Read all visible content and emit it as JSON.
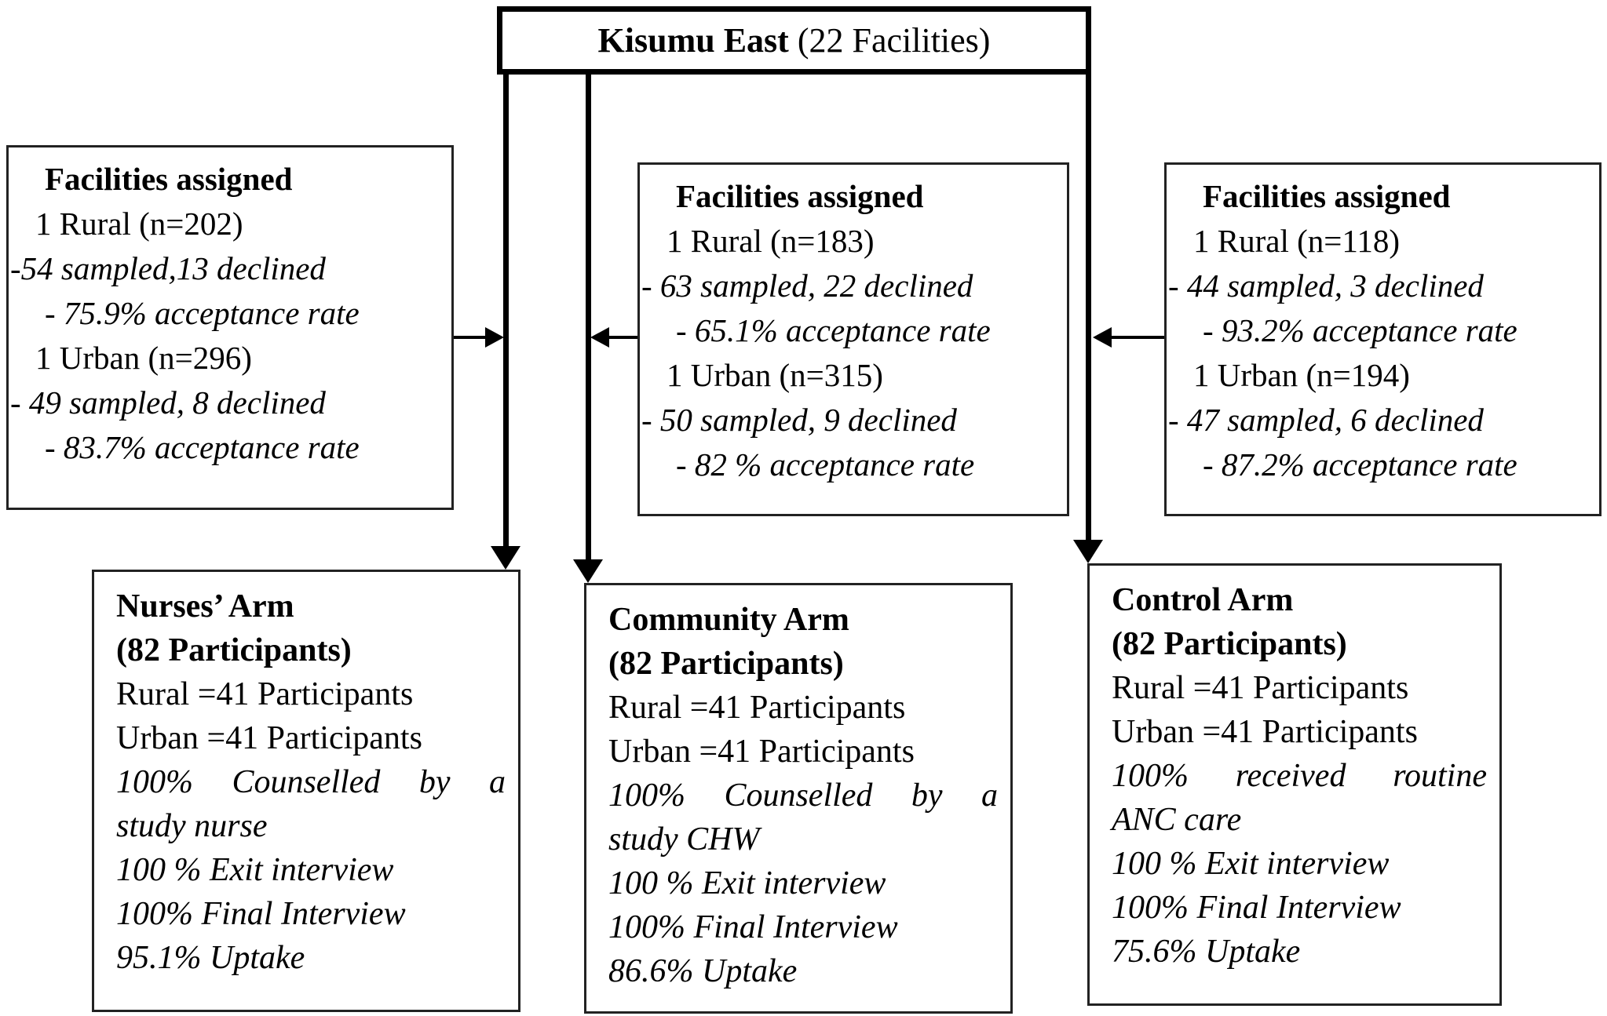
{
  "colors": {
    "line": "#000000",
    "border": "#222222",
    "background": "#ffffff",
    "text": "#000000"
  },
  "header": {
    "title_bold": "Kisumu East",
    "title_rest": " (22 Facilities)"
  },
  "facility_boxes": [
    {
      "id": "nurses-facilities",
      "lines": [
        {
          "text": "Facilities assigned"
        },
        {
          "text": "1 Rural (n=202)"
        },
        {
          "text": "-54 sampled,13 declined"
        },
        {
          "text": "- 75.9% acceptance rate"
        },
        {
          "text": "1 Urban (n=296)"
        },
        {
          "text": "- 49 sampled, 8 declined"
        },
        {
          "text": "- 83.7% acceptance rate"
        }
      ]
    },
    {
      "id": "community-facilities",
      "lines": [
        {
          "text": "Facilities assigned"
        },
        {
          "text": "1 Rural (n=183)"
        },
        {
          "text": "- 63 sampled, 22 declined"
        },
        {
          "text": "- 65.1% acceptance rate"
        },
        {
          "text": "1 Urban (n=315)"
        },
        {
          "text": "- 50 sampled, 9 declined"
        },
        {
          "text": "- 82 % acceptance rate"
        }
      ]
    },
    {
      "id": "control-facilities",
      "lines": [
        {
          "text": "Facilities assigned"
        },
        {
          "text": "1 Rural (n=118)"
        },
        {
          "text": "- 44 sampled, 3 declined"
        },
        {
          "text": "- 93.2% acceptance rate"
        },
        {
          "text": "1 Urban (n=194)"
        },
        {
          "text": "- 47 sampled, 6 declined"
        },
        {
          "text": "- 87.2% acceptance rate"
        }
      ]
    }
  ],
  "arm_boxes": [
    {
      "id": "nurses-arm",
      "lines": [
        {
          "text": "Nurses’ Arm"
        },
        {
          "text": "(82 Participants)"
        },
        {
          "text": "Rural =41 Participants"
        },
        {
          "text": "Urban =41 Participants"
        },
        {
          "text": "100% Counselled by a"
        },
        {
          "text": "study nurse"
        },
        {
          "text": "100 % Exit interview"
        },
        {
          "text": "100% Final Interview"
        },
        {
          "text": "95.1% Uptake"
        }
      ]
    },
    {
      "id": "community-arm",
      "lines": [
        {
          "text": "Community Arm"
        },
        {
          "text": "(82 Participants)"
        },
        {
          "text": "Rural =41 Participants"
        },
        {
          "text": "Urban =41 Participants"
        },
        {
          "text": "100% Counselled by a"
        },
        {
          "text": "study CHW"
        },
        {
          "text": "100 % Exit interview"
        },
        {
          "text": "100% Final Interview"
        },
        {
          "text": "86.6% Uptake"
        }
      ]
    },
    {
      "id": "control-arm",
      "lines": [
        {
          "text": "Control Arm"
        },
        {
          "text": "(82 Participants)"
        },
        {
          "text": "Rural =41 Participants"
        },
        {
          "text": "Urban =41 Participants"
        },
        {
          "text": "100% received routine"
        },
        {
          "text": "ANC care"
        },
        {
          "text": "100 % Exit interview"
        },
        {
          "text": "100% Final Interview"
        },
        {
          "text": "75.6% Uptake"
        }
      ]
    }
  ]
}
